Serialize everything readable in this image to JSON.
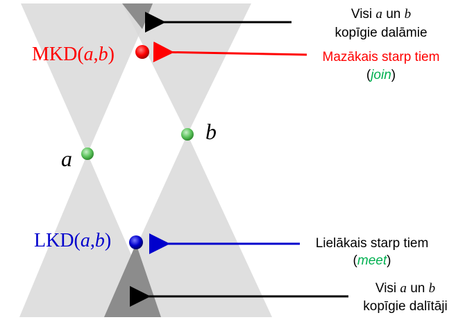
{
  "labels": {
    "mkd": {
      "prefix": "MKD(",
      "a": "a",
      "comma": ",",
      "b": "b",
      "suffix": ")"
    },
    "lkd": {
      "prefix": "LKD(",
      "a": "a",
      "comma": ",",
      "b": "b",
      "suffix": ")"
    },
    "point_a": "a",
    "point_b": "b"
  },
  "annotations": {
    "top_right": {
      "line1_pre": "Visi ",
      "a": "a",
      "mid": " un ",
      "b": "b",
      "line2": "kopīgie dalāmie"
    },
    "join": {
      "line1": "Mazākais starp tiem",
      "open": "(",
      "term": "join",
      "close": ")"
    },
    "meet": {
      "line1": "Lielākais starp tiem",
      "open": "(",
      "term": "meet",
      "close": ")"
    },
    "bottom_right": {
      "line1_pre": "Visi ",
      "a": "a",
      "mid": " un ",
      "b": "b",
      "line2": "kopīgie dalītāji"
    }
  },
  "colors": {
    "cone_light": "#d9d9d9",
    "cone_overlap": "#8c8c8c",
    "mkd": "#ff0000",
    "lkd": "#0000cc",
    "point": "#5cc35c",
    "term": "#00b050",
    "arrow_black": "#000000"
  }
}
